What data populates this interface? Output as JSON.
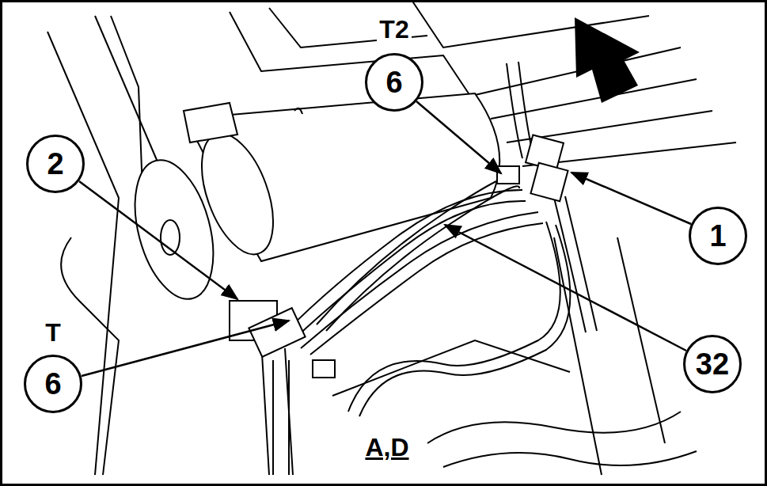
{
  "diagram": {
    "nodes": [
      {
        "text": [
          "T2",
          "6"
        ]
      },
      {
        "text": [
          "2"
        ]
      },
      {
        "text": [
          "1"
        ]
      },
      {
        "text": [
          "32"
        ]
      },
      {
        "text": [
          "T",
          "6"
        ]
      }
    ],
    "labels": [
      "A,D"
    ]
  }
}
